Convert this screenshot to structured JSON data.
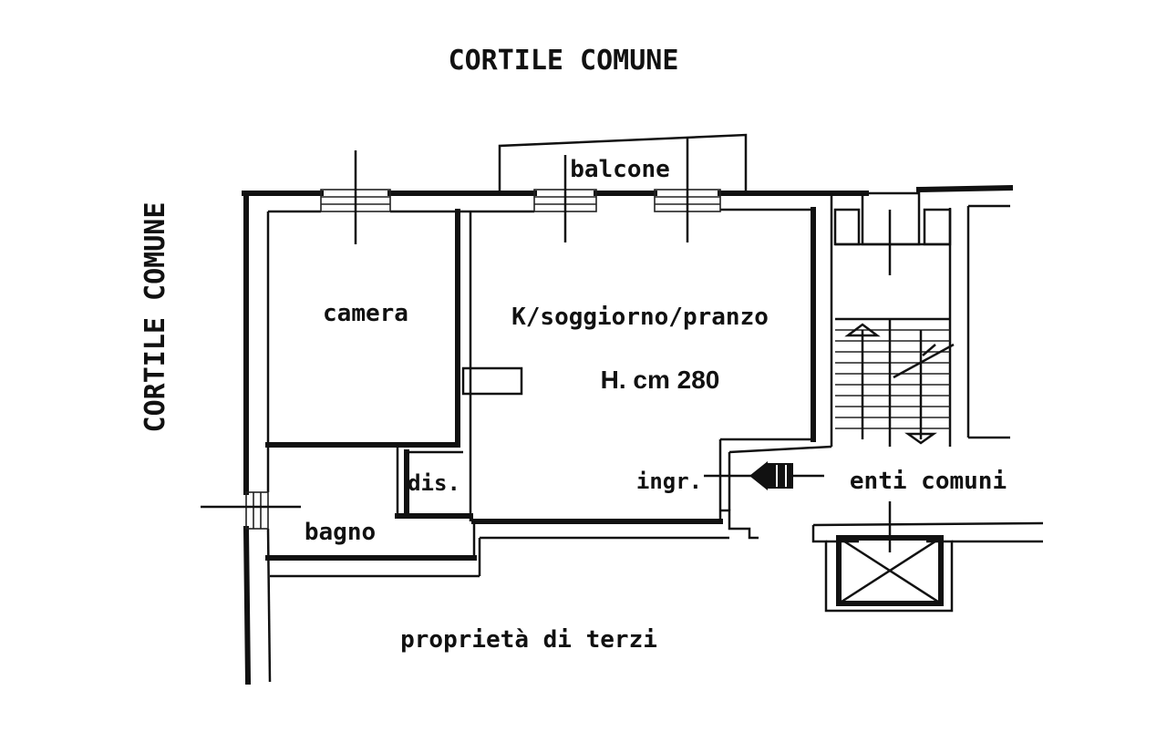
{
  "labels": {
    "courtyard_top": "CORTILE COMUNE",
    "courtyard_left": "CORTILE COMUNE",
    "balcony": "balcone",
    "bedroom": "camera",
    "living": "K/soggiorno/pranzo",
    "height": "H. cm 280",
    "closet": "dis.",
    "bathroom": "bagno",
    "entrance": "ingr.",
    "common_areas": "enti comuni",
    "third_party": "proprietà di terzi"
  }
}
